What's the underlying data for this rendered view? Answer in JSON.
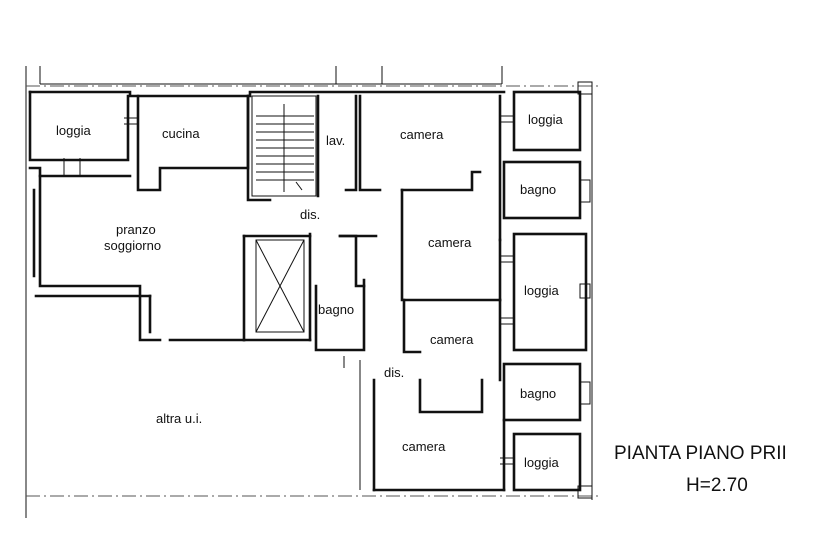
{
  "rooms": {
    "loggia_1": "loggia",
    "cucina": "cucina",
    "lav": "lav.",
    "camera_1": "camera",
    "loggia_2": "loggia",
    "bagno_1": "bagno",
    "pranzo": "pranzo",
    "soggiorno": "soggiorno",
    "dis_1": "dis.",
    "camera_2": "camera",
    "loggia_3": "loggia",
    "bagno_2": "bagno",
    "camera_3": "camera",
    "dis_2": "dis.",
    "bagno_3": "bagno",
    "altra": "altra u.i.",
    "camera_4": "camera",
    "loggia_4": "loggia"
  },
  "caption": {
    "title": "PIANTA PIANO PRII",
    "height": "H=2.70"
  }
}
